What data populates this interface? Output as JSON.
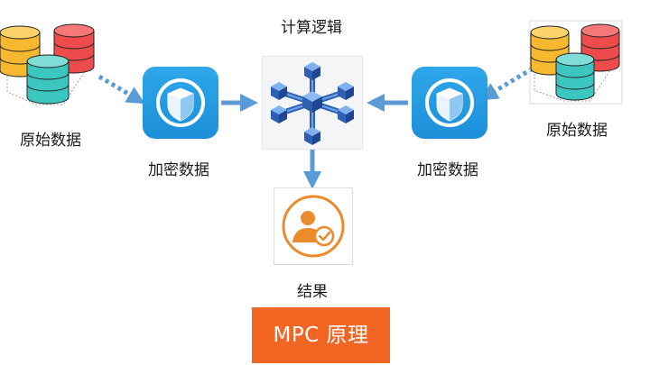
{
  "nodes": {
    "left_source_label": "原始数据",
    "right_source_label": "原始数据",
    "left_encrypted_label": "加密数据",
    "right_encrypted_label": "加密数据",
    "compute_label": "计算逻辑",
    "result_label": "结果"
  },
  "footer": {
    "button_label": "MPC 原理"
  },
  "colors": {
    "arrow": "#5b9bd5",
    "shield_tile": "#1e95de",
    "button": "#f26522",
    "db_yellow": "#f5b82e",
    "db_red": "#ee4c4c",
    "db_teal": "#3cc6c0",
    "cube_blue": "#2f5fb3",
    "result_orange": "#ec8b2c"
  }
}
